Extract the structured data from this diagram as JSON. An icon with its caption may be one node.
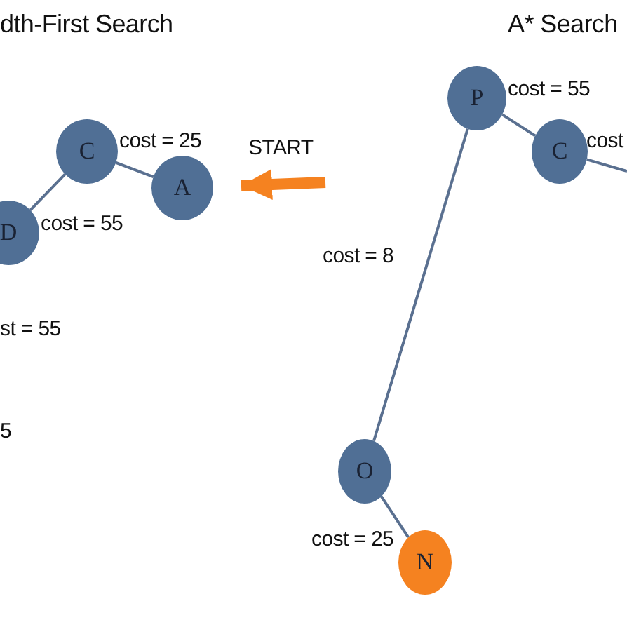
{
  "diagram": {
    "nodes": [
      {
        "text": [
          "C"
        ],
        "beside": [
          "cost = 25"
        ]
      },
      {
        "text": [
          "A"
        ]
      },
      {
        "text": [
          "D"
        ],
        "beside": [
          "cost = 55"
        ]
      },
      {
        "text": [
          "P"
        ],
        "beside": [
          "cost = 55"
        ]
      },
      {
        "text": [
          "C"
        ],
        "beside": [
          "cost"
        ]
      },
      {
        "text": [
          "O"
        ]
      },
      {
        "text": [
          "N"
        ],
        "beside": [
          "cost = 25"
        ]
      }
    ],
    "edges": [
      {
        "from": 0,
        "to": 1,
        "arrow": "none"
      },
      {
        "from": 0,
        "to": 2,
        "arrow": "none"
      },
      {
        "from": null,
        "to": 1,
        "arrow": "to",
        "style": "thick",
        "color": "#f58220"
      },
      {
        "from": 3,
        "to": 4,
        "arrow": "none"
      },
      {
        "from": 4,
        "to": null,
        "arrow": "none"
      },
      {
        "from": 3,
        "to": 5,
        "arrow": "none",
        "label": "cost = 8"
      },
      {
        "from": 5,
        "to": 6,
        "arrow": "none"
      }
    ],
    "labels": [
      "dth-First Search",
      "A* Search",
      "START",
      "st = 55",
      "5"
    ]
  }
}
